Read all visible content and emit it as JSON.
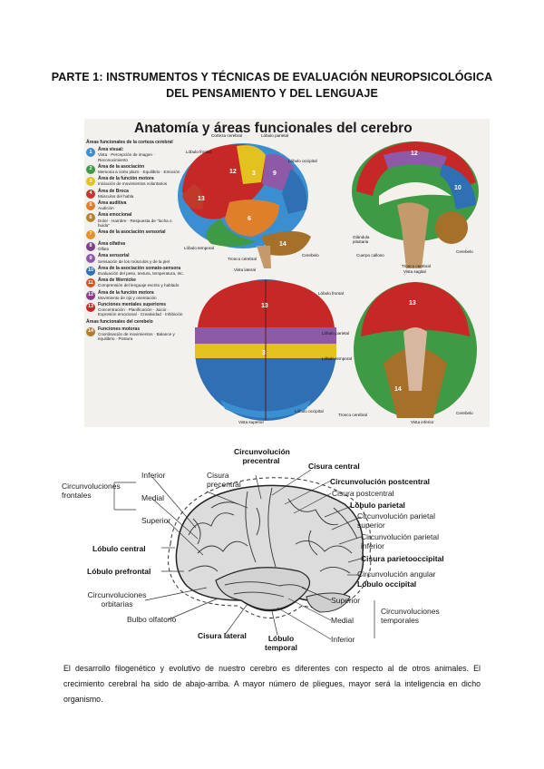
{
  "heading": {
    "line1": "PARTE 1: INSTRUMENTOS Y TÉCNICAS DE EVALUACIÓN NEUROPSICOLÓGICA",
    "line2": "DEL PENSAMIENTO Y DEL LENGUAJE"
  },
  "figure1": {
    "title": "Anatomía y áreas funcionales del cerebro",
    "legend_head": "Áreas funcionales de la corteza cerebral",
    "legend": [
      {
        "num": "1",
        "color": "#3a8fd0",
        "title": "Área visual:",
        "desc": "Vista · Percepción de imagen · Reconocimiento"
      },
      {
        "num": "2",
        "color": "#3f9a45",
        "title": "Área de la asociación",
        "desc": "Memoria a corto plazo · Equilibrio · Emoción"
      },
      {
        "num": "3",
        "color": "#e3c21f",
        "title": "Área de la función motora",
        "desc": "Iniciación de movimientos voluntarios"
      },
      {
        "num": "4",
        "color": "#c0392b",
        "title": "Área de Broca",
        "desc": "Músculos del habla"
      },
      {
        "num": "5",
        "color": "#e07f2a",
        "title": "Área auditiva",
        "desc": "Audición"
      },
      {
        "num": "6",
        "color": "#b5832e",
        "title": "Área emocional",
        "desc": "Dolor · Hambre · Respuesta de \"lucha o huida\""
      },
      {
        "num": "7",
        "color": "#e8902a",
        "title": "Área de la asociación sensorial",
        "desc": ""
      },
      {
        "num": "8",
        "color": "#7b3f8c",
        "title": "Área olfativa",
        "desc": "Olfato"
      },
      {
        "num": "9",
        "color": "#8e5aa8",
        "title": "Área sensorial",
        "desc": "Sensación de los músculos y de la piel"
      },
      {
        "num": "10",
        "color": "#2f6fb3",
        "title": "Área de la asociación somato-sensora",
        "desc": "Evaluación del peso, textura, temperatura, etc."
      },
      {
        "num": "11",
        "color": "#d9531e",
        "title": "Área de Wernicke",
        "desc": "Comprensión del lenguaje escrito y hablado"
      },
      {
        "num": "12",
        "color": "#8a3c8f",
        "title": "Área de la función motora",
        "desc": "Movimiento de ojo y orientación"
      },
      {
        "num": "13",
        "color": "#c62828",
        "title": "Funciones mentales superiores",
        "desc": "Concentración · Planificación · Juicio · Expresión emocional · Creatividad · Inhibición"
      }
    ],
    "legend2_head": "Áreas funcionales del cerebelo",
    "legend2": [
      {
        "num": "14",
        "color": "#b87a2a",
        "title": "Funciones motoras",
        "desc": "Coordinación de movimientos · Balance y equilibrio · Postura"
      }
    ],
    "labels": {
      "corteza_cerebral": "Corteza cerebral",
      "lobulo_parietal": "Lóbulo parietal",
      "lobulo_frontal": "Lóbulo frontal",
      "lobulo_occipital": "Lóbulo occipital",
      "lobulo_temporal": "Lóbulo temporal",
      "tronco_cerebral": "Tronco cerebral",
      "cerebelo": "Cerebelo",
      "vista_lateral": "Vista lateral",
      "vista_sagital": "Vista sagital",
      "vista_superior": "Vista superior",
      "vista_inferior": "Vista inferior",
      "glandula_pituitaria": "Glándula pituitaria",
      "cuerpo_calloso": "Cuerpo calloso",
      "lobulo_frontal_sup": "Lóbulo frontal",
      "lobulo_parietal_sup": "Lóbulo parietal",
      "lobulo_temporal_sup": "Lóbulo temporal",
      "lobulo_occipital_sup": "Lóbulo occipital"
    }
  },
  "figure2": {
    "circ_frontales": "Circunvoluciones frontales",
    "inferior": "Inferior",
    "medial": "Medial",
    "superior": "Superior",
    "cisura_precentral": "Cisura precentral",
    "circ_precentral": "Circunvolución precentral",
    "cisura_central": "Cisura central",
    "circ_postcentral": "Circunvolución postcentral",
    "cisura_postcentral": "Cisura postcentral",
    "lobulo_parietal": "Lóbulo parietal",
    "circ_parietal_superior": "Circunvolución parietal superior",
    "circ_parietal_inferior": "Circunvolución parietal inferior",
    "cisura_parietooccipital": "Cisura parietooccipital",
    "circ_angular": "Circunvolución angular",
    "lobulo_occipital": "Lóbulo occipital",
    "lobulo_central": "Lóbulo central",
    "lobulo_prefrontal": "Lóbulo prefrontal",
    "circ_orbitarias": "Circunvoluciones orbitarias",
    "bulbo_olfatorio": "Bulbo olfatorio",
    "cisura_lateral": "Cisura lateral",
    "lobulo_temporal": "Lóbulo temporal",
    "t_superior": "Superior",
    "t_medial": "Medial",
    "t_inferior": "Inferior",
    "circ_temporales": "Circunvoluciones temporales"
  },
  "paragraph": "El desarrollo filogenético y evolutivo de nuestro cerebro es diferentes con respecto al de otros animales.  El crecimiento cerebral ha sido de abajo-arriba. A mayor número de pliegues, mayor será la inteligencia en dicho organismo."
}
